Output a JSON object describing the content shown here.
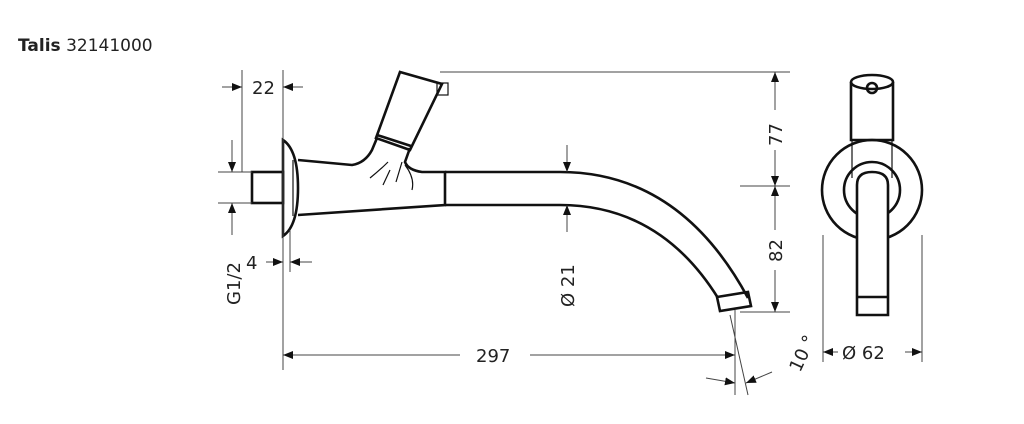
{
  "title": {
    "brand": "Talis",
    "model": "32141000"
  },
  "dimensions": {
    "wall_projection": "22",
    "thread": "G1/2",
    "plate_thickness": "4",
    "handle_height": "77",
    "spout_drop": "82",
    "spout_diameter": "Ø 21",
    "spout_reach": "297",
    "outlet_angle": "10 °",
    "rosette_diameter": "Ø 62"
  }
}
